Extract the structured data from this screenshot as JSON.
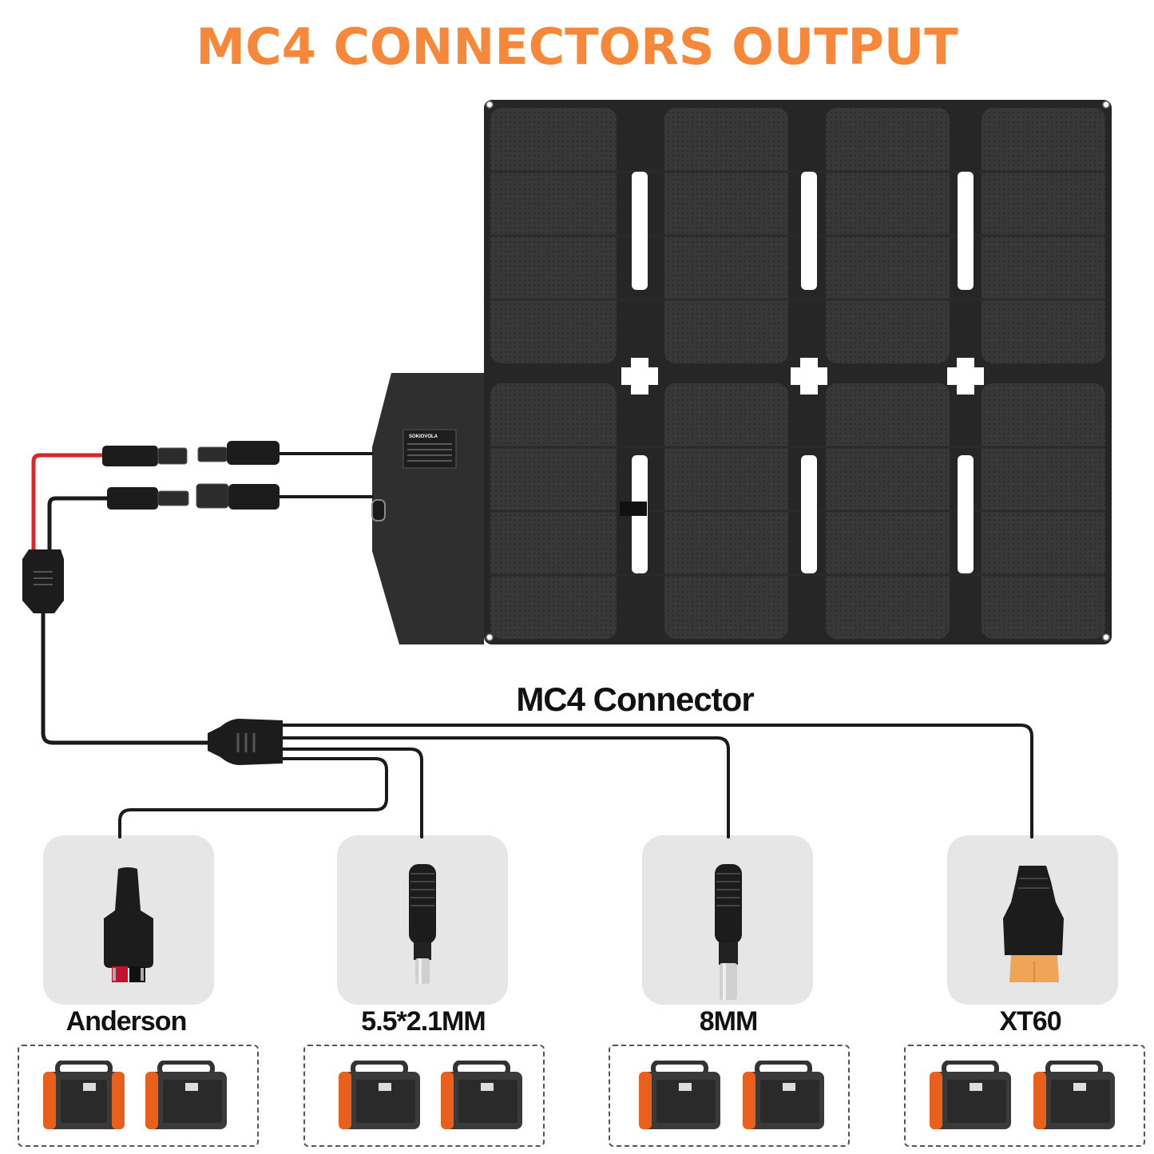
{
  "title": "MC4 CONNECTORS OUTPUT",
  "connector_label": "MC4 Connector",
  "outputs": [
    {
      "label": "Anderson",
      "icon": "anderson-plug-icon"
    },
    {
      "label": "5.5*2.1MM",
      "icon": "dc-barrel-plug-icon"
    },
    {
      "label": "8MM",
      "icon": "dc-8mm-plug-icon"
    },
    {
      "label": "XT60",
      "icon": "xt60-plug-icon"
    }
  ],
  "panel": {
    "brand": "SOKIOVOLA",
    "color": "#2b2b2b"
  },
  "colors": {
    "title": "#f7883a",
    "positive_cable": "#d9262b",
    "negative_cable": "#1a1a1a",
    "station_accent": "#e8601c"
  }
}
